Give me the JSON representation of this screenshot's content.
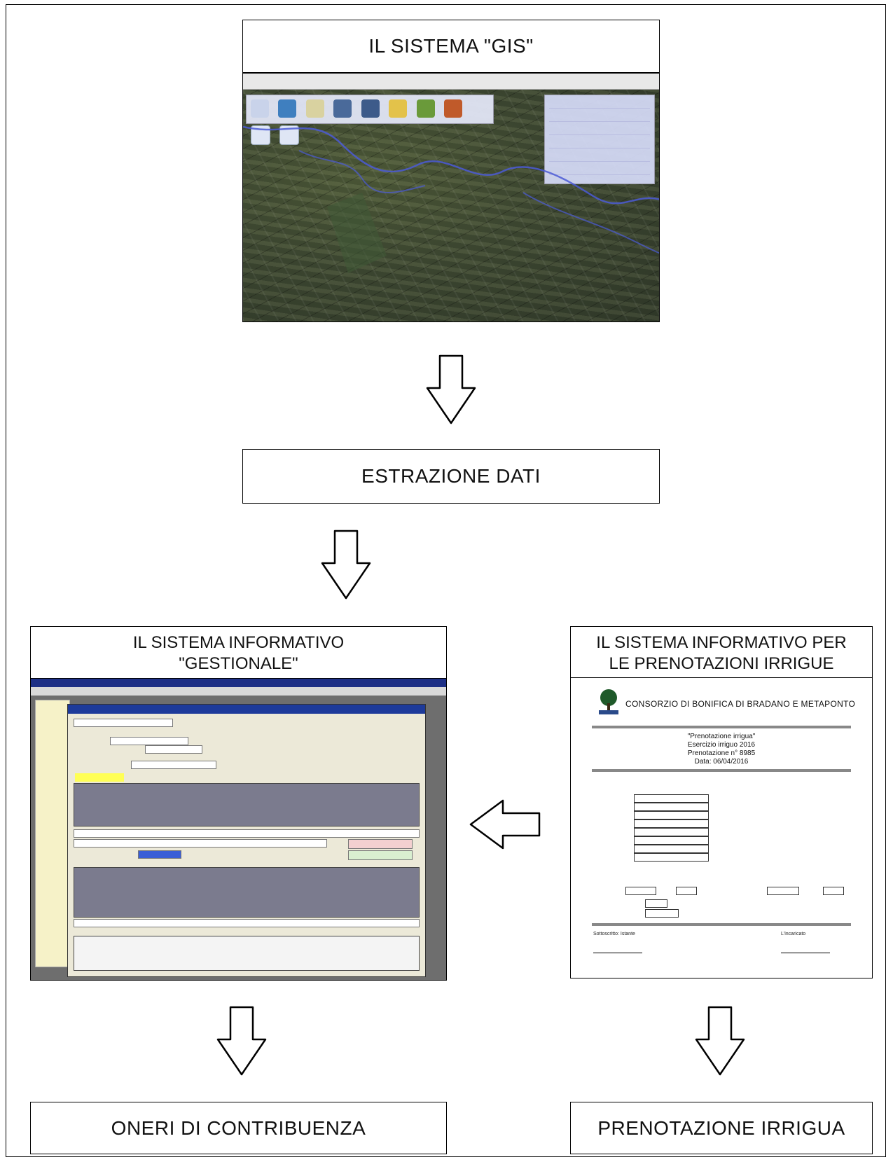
{
  "boxes": {
    "gis_title": "IL SISTEMA \"GIS\"",
    "estrazione": "ESTRAZIONE DATI",
    "gestionale_title_line1": "IL SISTEMA INFORMATIVO",
    "gestionale_title_line2": "\"GESTIONALE\"",
    "prenotazioni_title_line1": "IL SISTEMA INFORMATIVO PER",
    "prenotazioni_title_line2": "LE PRENOTAZIONI IRRIGUE",
    "oneri": "ONERI DI CONTRIBUENZA",
    "prenotazione": "PRENOTAZIONE IRRIGUA"
  },
  "doc": {
    "consorzio": "CONSORZIO DI BONIFICA DI BRADANO E METAPONTO",
    "lines": [
      "\"Prenotazione irrigua\"",
      "Esercizio irriguo 2016",
      "Prenotazione n° 8985",
      "Data: 06/04/2016"
    ],
    "footer_left": "Sottoscritto: Istante",
    "footer_right": "L'incaricato"
  },
  "colors": {
    "stroke": "#000000",
    "gis_overlay_blue": "#4b5bd6",
    "window_title": "#1d2f86"
  }
}
